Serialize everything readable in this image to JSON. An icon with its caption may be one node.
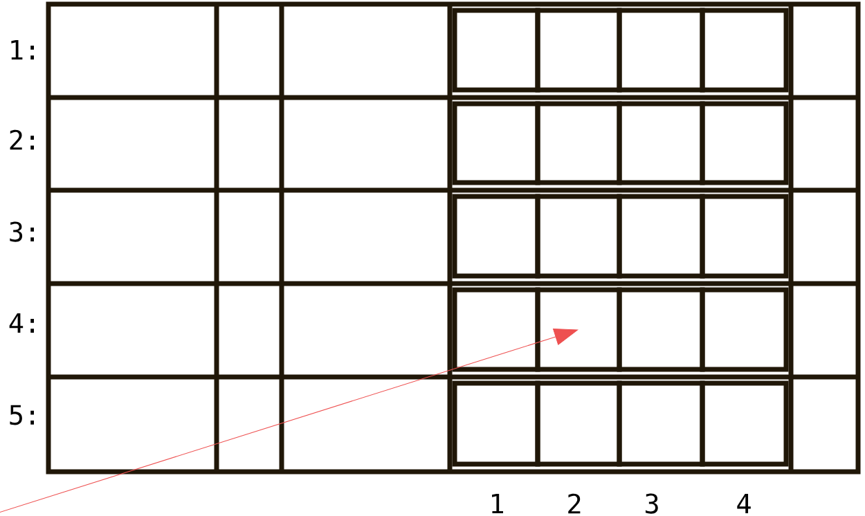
{
  "diagram": {
    "nodes": [
      {
        "text": [],
        "shape": "box"
      },
      {
        "text": [],
        "shape": "box"
      },
      {
        "text": [],
        "shape": "box"
      },
      {
        "text": [],
        "shape": "box"
      },
      {
        "text": [],
        "shape": "box"
      },
      {
        "text": [],
        "shape": "box"
      },
      {
        "text": [],
        "shape": "box"
      },
      {
        "text": [],
        "shape": "box"
      },
      {
        "text": [],
        "shape": "box"
      },
      {
        "text": [],
        "shape": "box"
      },
      {
        "text": [],
        "shape": "box"
      },
      {
        "text": [],
        "shape": "box"
      },
      {
        "text": [],
        "shape": "box"
      },
      {
        "text": [],
        "shape": "box"
      },
      {
        "text": [],
        "shape": "box"
      },
      {
        "text": [],
        "shape": "box"
      },
      {
        "text": [],
        "shape": "box"
      },
      {
        "text": [],
        "shape": "box"
      },
      {
        "text": [],
        "shape": "box"
      },
      {
        "text": [],
        "shape": "box"
      }
    ],
    "edges": [
      {
        "from": null,
        "to": 13,
        "arrow": "to",
        "color": "#ee5050"
      }
    ],
    "labels": [
      "1:",
      "2:",
      "3:",
      "4:",
      "5:",
      "1",
      "2",
      "3",
      "4"
    ]
  }
}
